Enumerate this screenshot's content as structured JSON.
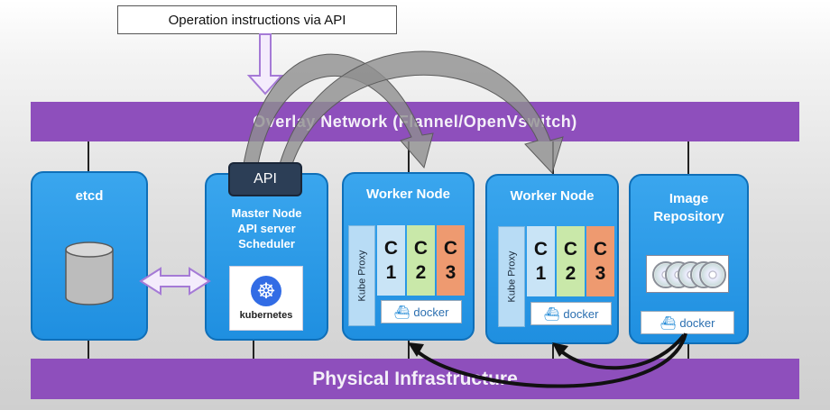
{
  "instruction_box": "Operation instructions via API",
  "overlay_network": "Overlay Network (Flannel/OpenVswitch)",
  "physical_infrastructure": "Physical Infrastructure",
  "etcd": {
    "title": "etcd"
  },
  "master": {
    "api_tab": "API",
    "lines": [
      "Master Node",
      "API server",
      "Scheduler"
    ],
    "logo_text": "kubernetes",
    "logo_glyph": "☸"
  },
  "workers": [
    {
      "title": "Worker Node",
      "proxy": "Kube Proxy",
      "containers": [
        [
          "C",
          "1"
        ],
        [
          "C",
          "2"
        ],
        [
          "C",
          "3"
        ]
      ],
      "docker": "docker"
    },
    {
      "title": "Worker Node",
      "proxy": "Kube Proxy",
      "containers": [
        [
          "C",
          "1"
        ],
        [
          "C",
          "2"
        ],
        [
          "C",
          "3"
        ]
      ],
      "docker": "docker"
    }
  ],
  "repository": {
    "title_lines": [
      "Image",
      "Repository"
    ],
    "docker": "docker"
  },
  "icons": {
    "docker": "docker-whale-icon",
    "database": "database-cylinder-icon",
    "disc": "disc-icon"
  },
  "colors": {
    "band": "#8e4fbc",
    "node": "#1f8fe0",
    "api_tab": "#2c3e56",
    "container_1": "#c9e4f6",
    "container_2": "#c9e8a9",
    "container_3": "#ee9a70",
    "arrow_gray": "#8f8f8f",
    "arrow_purple_outline": "#a57ad6"
  }
}
